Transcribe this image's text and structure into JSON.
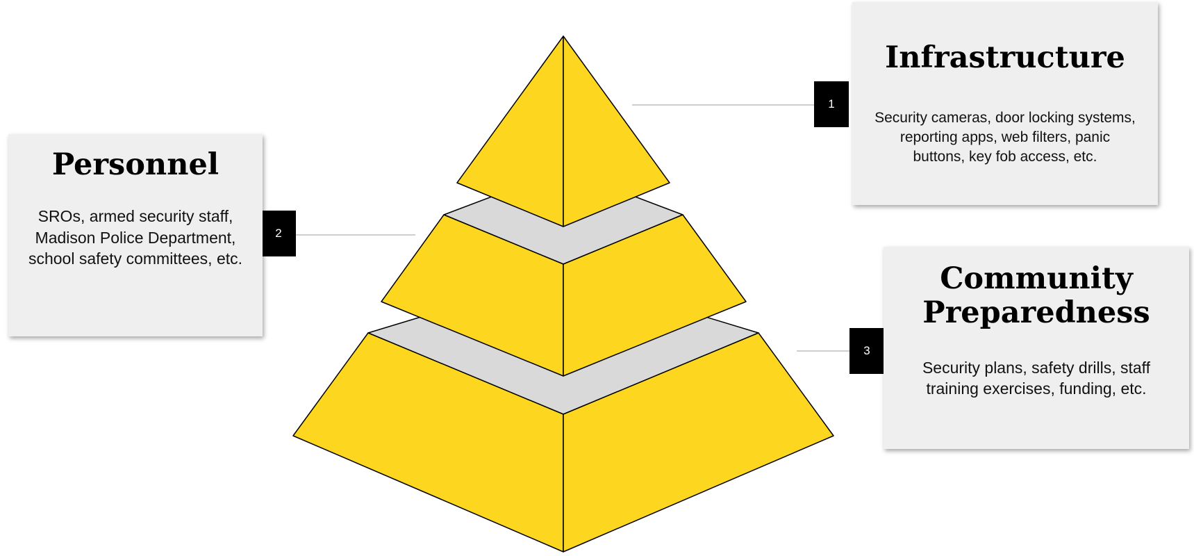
{
  "tiers": [
    {
      "number": "1",
      "title": "Infrastructure",
      "description": "Security cameras, door locking systems, reporting apps, web filters, panic buttons, key fob access, etc."
    },
    {
      "number": "2",
      "title": "Personnel",
      "description": "SROs, armed security staff, Madison Police Department, school safety committees, etc."
    },
    {
      "number": "3",
      "title": "Community Preparedness",
      "description": "Security plans, safety drills, staff training exercises, funding, etc."
    }
  ],
  "colors": {
    "pyramid_fill": "#FDD61F",
    "gap_fill": "#D9D9D9",
    "outline": "#000000",
    "connector": "#BDBDBD",
    "card_bg": "#EFEFEF",
    "badge_bg": "#000000",
    "badge_text": "#FFFFFF"
  }
}
